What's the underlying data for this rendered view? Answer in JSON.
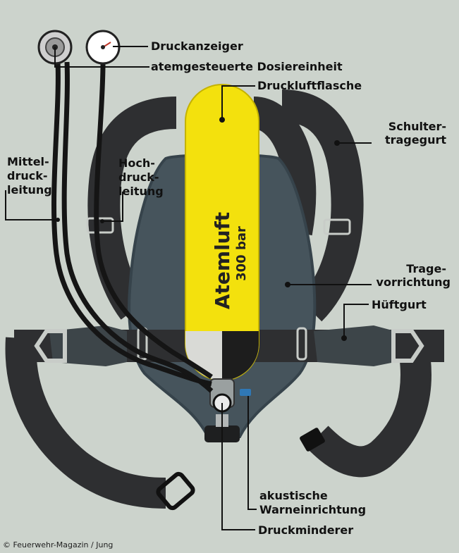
{
  "colors": {
    "background": "#ccd3cc",
    "strap": "#2e2f31",
    "backplate": "#46545c",
    "cylinder": "#f3e10d",
    "hose": "#151515"
  },
  "cylinder": {
    "name": "Atemluft",
    "pressure": "300 bar"
  },
  "labels": {
    "druckanzeiger": "Druckanzeiger",
    "dosiereinheit": "atemgesteuerte Dosiereinheit",
    "druckluftflasche": "Druckluftflasche",
    "schulter_1": "Schulter-",
    "schulter_2": "tragegurt",
    "mittel_1": "Mittel-",
    "mittel_2": "druck-",
    "mittel_3": "leitung",
    "hoch_1": "Hoch-",
    "hoch_2": "druck-",
    "hoch_3": "leitung",
    "trage_1": "Trage-",
    "trage_2": "vorrichtung",
    "hueftgurt": "Hüftgurt",
    "akustisch_1": "akustische",
    "akustisch_2": "Warneinrichtung",
    "druckminderer": "Druckminderer"
  },
  "credit": "© Feuerwehr-Magazin / Jung"
}
